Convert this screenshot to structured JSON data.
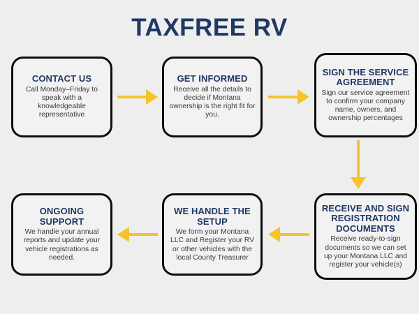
{
  "page": {
    "title": "TAXFREE RV",
    "background_color": "#eeeeee",
    "brand_navy": "#1f3864",
    "arrow_gold": "#f5c32c",
    "box_fill": "#f2f2f2",
    "box_border": "#0d0d0d",
    "body_text_color": "#3a3a3a"
  },
  "steps": [
    {
      "id": "contact-us",
      "title": "CONTACT US",
      "body": "Call Monday–Friday to speak with a knowledgeable representative"
    },
    {
      "id": "get-informed",
      "title": "GET INFORMED",
      "body": "Receive all the details to decide if Montana ownership is the right fit for you."
    },
    {
      "id": "sign-agreement",
      "title": "SIGN THE SERVICE AGREEMENT",
      "body": "Sign our service agreement to confirm your company name, owners, and ownership percentages"
    },
    {
      "id": "receive-sign",
      "title": "RECEIVE AND SIGN REGISTRATION DOCUMENTS",
      "body": "Receive ready-to-sign documents so we can set up your Montana LLC and register your vehicle(s)"
    },
    {
      "id": "we-handle-setup",
      "title": "WE HANDLE THE SETUP",
      "body": "We form your Montana LLC and Register your RV or other vehicles with the local County Treasurer"
    },
    {
      "id": "ongoing-support",
      "title": "ONGOING SUPPORT",
      "body": "We handle your annual reports and update your vehicle registrations as needed."
    }
  ],
  "connectors": [
    {
      "id": "contact-to-informed",
      "direction": "right"
    },
    {
      "id": "informed-to-sign",
      "direction": "right"
    },
    {
      "id": "sign-to-receive",
      "direction": "down"
    },
    {
      "id": "receive-to-setup",
      "direction": "left"
    },
    {
      "id": "setup-to-support",
      "direction": "left"
    }
  ]
}
